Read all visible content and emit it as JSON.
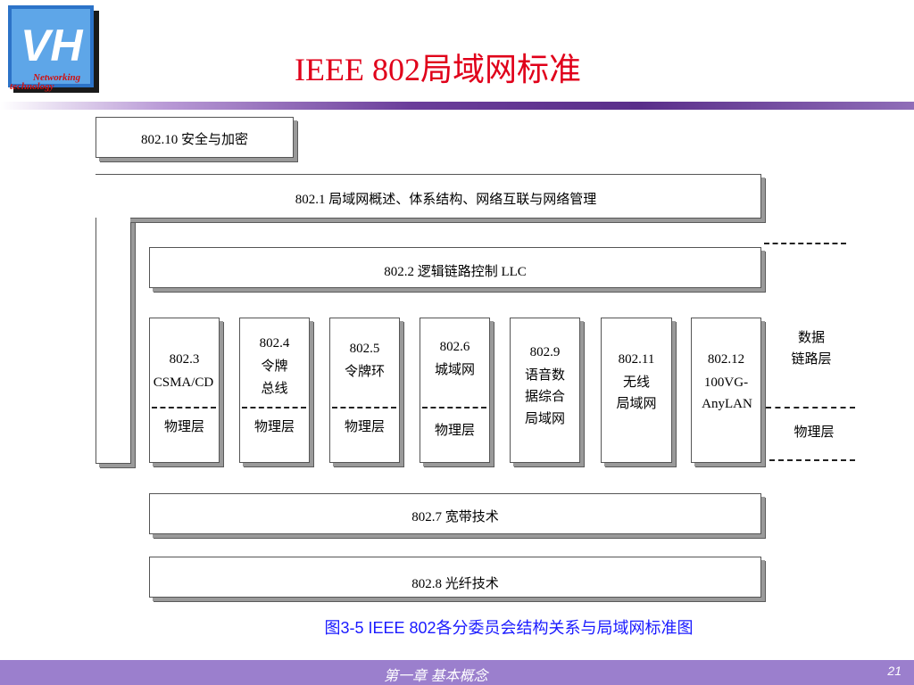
{
  "logo": {
    "letters": "VH",
    "line1": "Networking",
    "line2": "technology"
  },
  "title": "IEEE 802局域网标准",
  "diagram": {
    "security": "802.10  安全与加密",
    "overview": "802.1  局域网概述、体系结构、网络互联与网络管理",
    "llc": "802.2  逻辑链路控制  LLC",
    "columns": [
      {
        "lines": [
          "802.3",
          "CSMA/CD"
        ],
        "phy": "物理层"
      },
      {
        "lines": [
          "802.4",
          "令牌",
          "总线"
        ],
        "phy": "物理层"
      },
      {
        "lines": [
          "802.5",
          "令牌环"
        ],
        "phy": "物理层"
      },
      {
        "lines": [
          "802.6",
          "城域网"
        ],
        "phy": "物理层"
      },
      {
        "lines": [
          "802.9",
          "语音数",
          "据综合",
          "局域网"
        ],
        "phy": ""
      },
      {
        "lines": [
          "802.11",
          "无线",
          "局域网"
        ],
        "phy": ""
      },
      {
        "lines": [
          "802.12",
          "100VG-",
          "AnyLAN"
        ],
        "phy": ""
      }
    ],
    "datalink_label": [
      "数据",
      "链路层"
    ],
    "physical_label": "物理层",
    "broadband": "802.7  宽带技术",
    "fiber": "802.8  光纤技术"
  },
  "caption": "图3-5  IEEE 802各分委员会结构关系与局域网标准图",
  "footer": {
    "chapter": "第一章   基本概念",
    "page": "21"
  },
  "colors": {
    "title": "#e0001a",
    "caption": "#1a1aff",
    "footer_bg": "#9b7fcd",
    "rule": "#6a3d9a"
  }
}
